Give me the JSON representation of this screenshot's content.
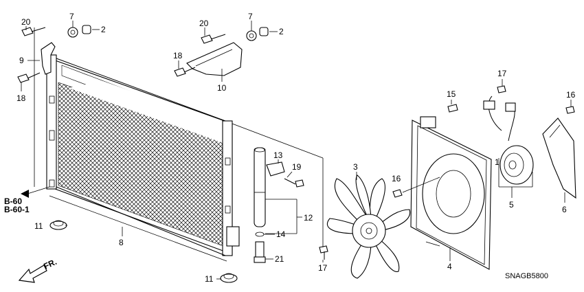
{
  "diagram": {
    "callouts": {
      "c1": "1",
      "c2a": "2",
      "c2b": "2",
      "c3": "3",
      "c4": "4",
      "c5": "5",
      "c6": "6",
      "c7a": "7",
      "c7b": "7",
      "c8": "8",
      "c9": "9",
      "c10": "10",
      "c11a": "11",
      "c11b": "11",
      "c12": "12",
      "c13": "13",
      "c14": "14",
      "c15": "15",
      "c16a": "16",
      "c16b": "16",
      "c17a": "17",
      "c17b": "17",
      "c18a": "18",
      "c18b": "18",
      "c19": "19",
      "c20a": "20",
      "c20b": "20",
      "c21": "21"
    },
    "refs": {
      "ref1": "B-60",
      "ref2": "B-60-1"
    },
    "front_marker": "FR.",
    "drawing_code": "SNAGB5800"
  }
}
